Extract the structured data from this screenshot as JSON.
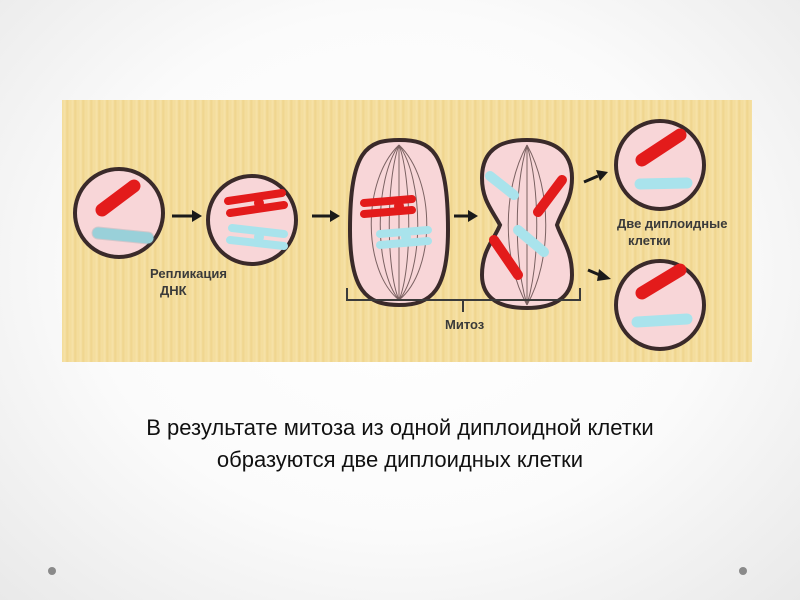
{
  "diagram": {
    "label_replication_line1": "Репликация",
    "label_replication_line2": "ДНК",
    "label_mitosis": "Митоз",
    "label_two_cells_line1": "Две диплоидные",
    "label_two_cells_line2": "клетки",
    "colors": {
      "background": "#f3dc9a",
      "cell_fill": "#f8d6d8",
      "cell_outline": "#3a2a2a",
      "chromosome_red": "#e31b1b",
      "chromosome_blue": "#a9e3ec"
    }
  },
  "caption": {
    "line1": "В результате митоза из одной диплоидной клетки",
    "line2": "образуются две диплоидных клетки"
  }
}
